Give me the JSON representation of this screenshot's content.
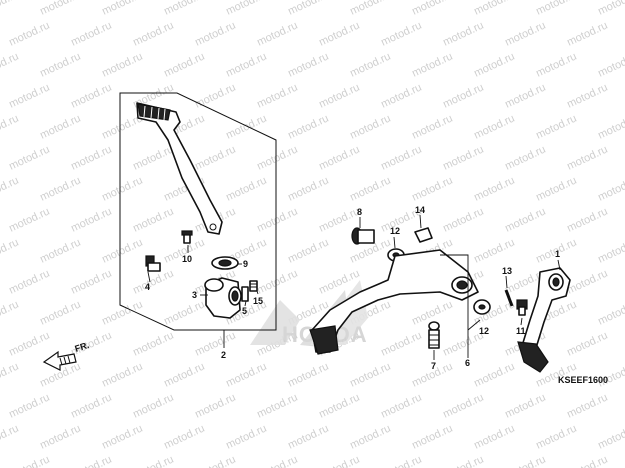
{
  "diagram": {
    "code": "KSEEF1600",
    "direction": "FR.",
    "watermark": "motod.ru",
    "brand": "HONDA",
    "callouts": [
      "1",
      "2",
      "3",
      "4",
      "5",
      "6",
      "7",
      "8",
      "9",
      "10",
      "11",
      "12",
      "12",
      "13",
      "14",
      "15"
    ]
  }
}
